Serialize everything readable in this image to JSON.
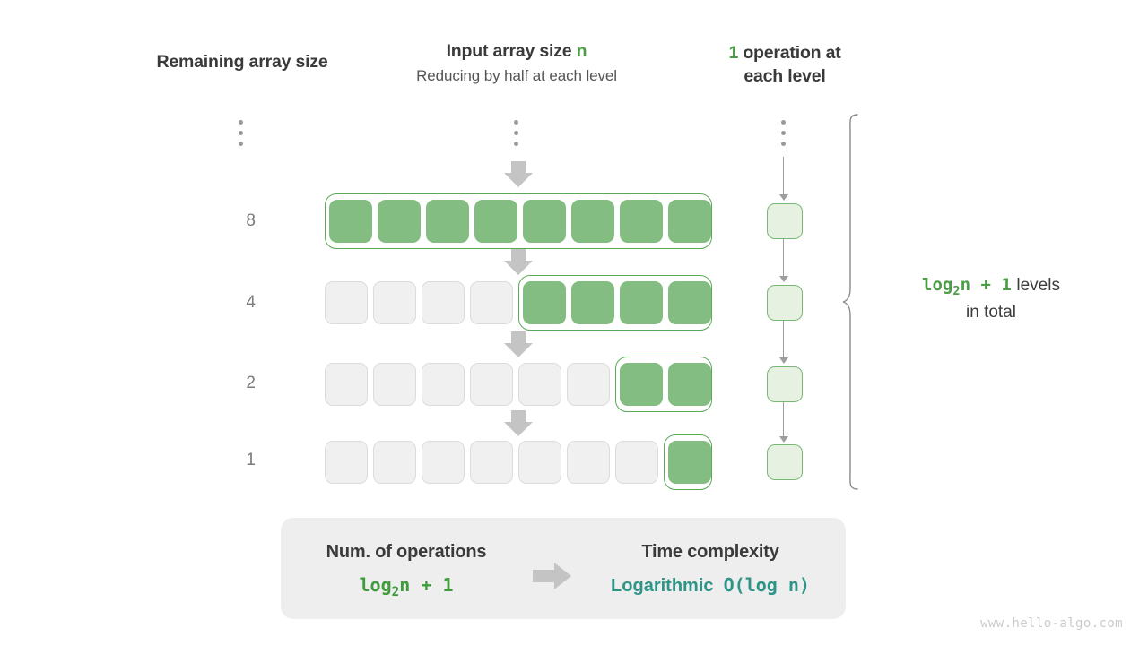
{
  "headers": {
    "left": "Remaining array size",
    "mid_main_prefix": "Input array size ",
    "mid_main_var": "n",
    "mid_sub": "Reducing by half at each level",
    "right_count": "1",
    "right_rest": " operation at",
    "right_line2": "each level"
  },
  "rows": [
    {
      "label": "8",
      "cells": 8,
      "green_from": 0,
      "green_count": 8
    },
    {
      "label": "4",
      "cells": 8,
      "green_from": 4,
      "green_count": 4
    },
    {
      "label": "2",
      "cells": 8,
      "green_from": 6,
      "green_count": 2
    },
    {
      "label": "1",
      "cells": 8,
      "green_from": 7,
      "green_count": 1
    }
  ],
  "op_boxes": [
    {
      "level": "8"
    },
    {
      "level": "4"
    },
    {
      "level": "2"
    },
    {
      "level": "1"
    }
  ],
  "annotation": {
    "formula_pre": "log",
    "formula_sub": "2",
    "formula_post": "n + 1",
    "levels_word": "levels",
    "line2": "in total"
  },
  "panel": {
    "left_title": "Num. of operations",
    "left_value_pre": "log",
    "left_value_sub": "2",
    "left_value_post": "n + 1",
    "right_title": "Time complexity",
    "right_value_word": "Logarithmic",
    "right_value_mono": "O(log n)"
  },
  "watermark": "www.hello-algo.com",
  "colors": {
    "green_fill": "#83bd81",
    "green_border": "#5aa957",
    "green_text": "#4b9e45",
    "op_fill": "#e7f1e1",
    "op_border": "#77b875",
    "teal": "#2e9488",
    "gray_cell": "#f0f0f0",
    "gray_cell_border": "#dcdcdc",
    "arrow_gray": "#c4c4c4",
    "panel_bg": "#eeeeee",
    "watermark": "#cbcbcb"
  }
}
